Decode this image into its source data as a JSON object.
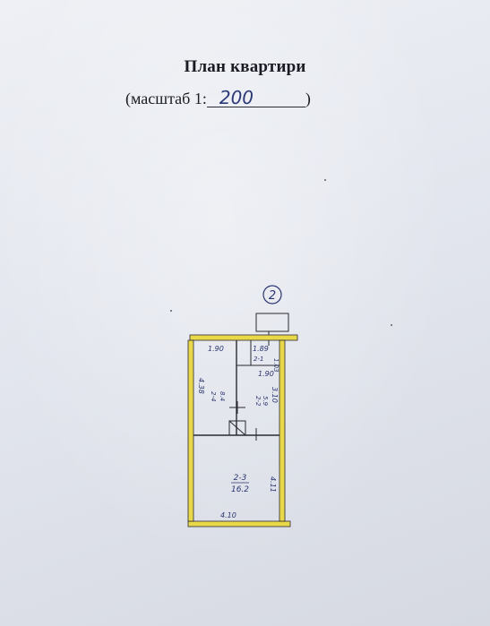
{
  "header": {
    "title": "План квартири",
    "scale_prefix": "(масштаб 1:",
    "scale_value": "200",
    "scale_suffix": ")"
  },
  "plan": {
    "apartment_number": "2",
    "rooms": [
      {
        "id": "2-1",
        "code": "2-1",
        "area": ""
      },
      {
        "id": "2-2",
        "code": "2-2",
        "area": "5.9"
      },
      {
        "id": "2-3",
        "code": "2-3",
        "area": "16.2"
      },
      {
        "id": "2-4",
        "code": "2-4",
        "area": "8.4"
      }
    ],
    "dimensions": {
      "top_left_width": "1.90",
      "top_mid_width": "1.89",
      "right_small_height": "1.03",
      "mid_right_width": "1.90",
      "left_height": "4.38",
      "right_mid_height": "3.10",
      "right_lower_height": "4.11",
      "bottom_width": "4.10"
    },
    "colors": {
      "wall": "#e8d84a",
      "line": "#2a2a30",
      "handwriting": "#2a3570"
    }
  }
}
